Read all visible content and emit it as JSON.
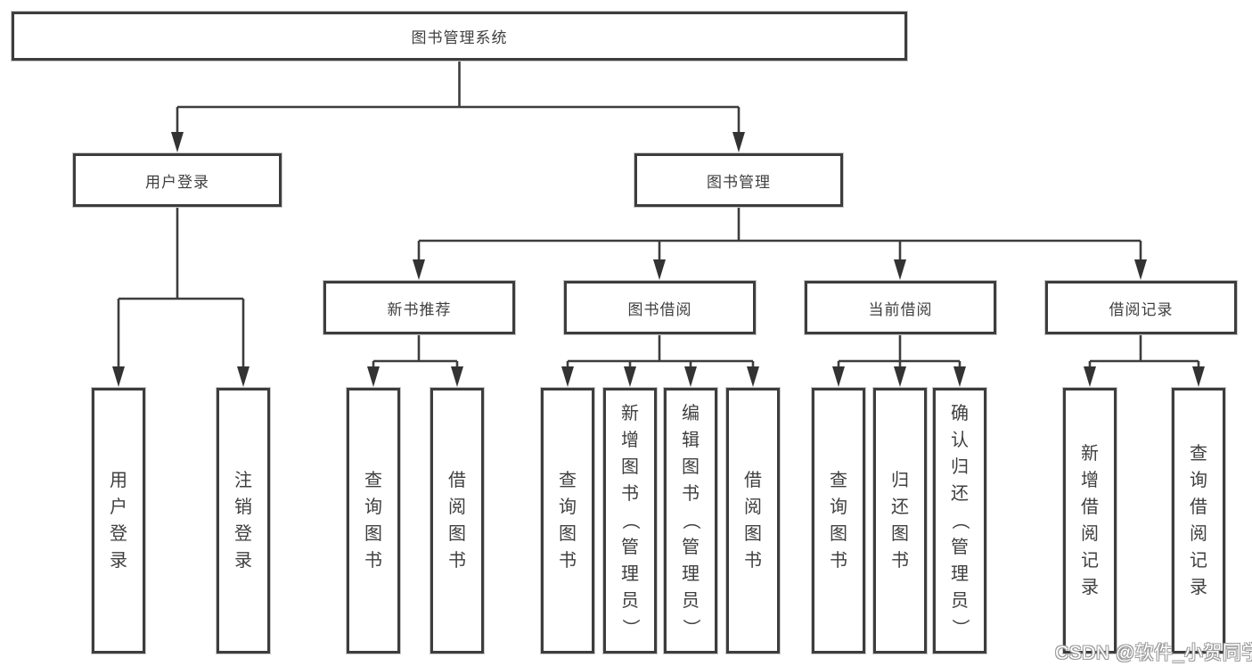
{
  "tree": {
    "label": "图书管理系统",
    "children": [
      {
        "label": "用户登录",
        "children": [
          {
            "label": "用户登录"
          },
          {
            "label": "注销登录"
          }
        ]
      },
      {
        "label": "图书管理",
        "children": [
          {
            "label": "新书推荐",
            "children": [
              {
                "label": "查询图书"
              },
              {
                "label": "借阅图书"
              }
            ]
          },
          {
            "label": "图书借阅",
            "children": [
              {
                "label": "查询图书"
              },
              {
                "label": "新增图书（管理员）"
              },
              {
                "label": "编辑图书（管理员）"
              },
              {
                "label": "借阅图书"
              }
            ]
          },
          {
            "label": "当前借阅",
            "children": [
              {
                "label": "查询图书"
              },
              {
                "label": "归还图书"
              },
              {
                "label": "确认归还（管理员）"
              }
            ]
          },
          {
            "label": "借阅记录",
            "children": [
              {
                "label": "新增借阅记录"
              },
              {
                "label": "查询借阅记录"
              }
            ]
          }
        ]
      }
    ]
  },
  "watermark": {
    "text": "CSDN @软件_小贺同学"
  },
  "colors": {
    "line": "#3d3d3d",
    "text": "#3f3f3f",
    "background": "#ffffff"
  }
}
